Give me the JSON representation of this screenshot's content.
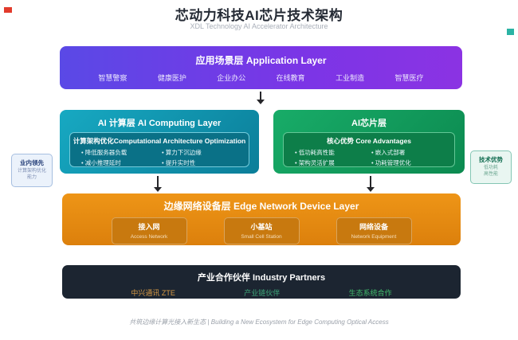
{
  "page": {
    "title": "芯动力科技AI芯片技术架构",
    "subtitle": "XDL Technology AI Accelerator Architecture",
    "footer": "共筑边缘计算光接入新生态 | Building a New Ecosystem for Edge Computing Optical Access"
  },
  "colors": {
    "app_layer": "#7b35e6",
    "computing_layer": "#109ab4",
    "chip_layer": "#13a25e",
    "edge_layer": "#e68a12",
    "partners_layer": "#1c2531",
    "partner_zte": "#d89a45",
    "partner_chain": "#3ea97b",
    "partner_eco": "#41bd6c",
    "corner_mark_red": "#e23b2c",
    "corner_mark_teal": "#2bb3a4",
    "arrow": "#26262a"
  },
  "app_layer": {
    "title": "应用场景层 Application Layer",
    "items": [
      "智慧警察",
      "健康医护",
      "企业办公",
      "在线教育",
      "工业制造",
      "智慧医疗"
    ]
  },
  "computing_layer": {
    "title": "AI 计算层 AI Computing Layer",
    "panel_title": "计算架构优化Computational Architecture Optimization",
    "bullets": [
      "降低服务器负载",
      "算力下沉边缘",
      "减小推理延时",
      "提升实时性"
    ]
  },
  "chip_layer": {
    "title": "AI芯片层",
    "panel_title": "核心优势 Core Advantages",
    "bullets": [
      "低功耗高性能",
      "嵌入式部署",
      "架构灵活扩展",
      "功耗管理优化"
    ]
  },
  "left_badge": {
    "title": "业内领先",
    "subtitle_line1": "计算架构优化",
    "subtitle_line2": "能力"
  },
  "right_badge": {
    "title": "技术优势",
    "subtitle_line1": "低功耗",
    "subtitle_line2": "高性能"
  },
  "edge_layer": {
    "title": "边缘网络设备层 Edge Network Device Layer",
    "boxes": [
      {
        "zh": "接入网",
        "en": "Access Network"
      },
      {
        "zh": "小基站",
        "en": "Small Cell Station"
      },
      {
        "zh": "网络设备",
        "en": "Network Equipment"
      }
    ]
  },
  "partners_layer": {
    "title": "产业合作伙伴 Industry Partners",
    "items": [
      {
        "label": "中兴通讯 ZTE",
        "color": "#d89a45"
      },
      {
        "label": "产业链伙伴",
        "color": "#3ea97b"
      },
      {
        "label": "生态系统合作",
        "color": "#41bd6c"
      }
    ]
  }
}
